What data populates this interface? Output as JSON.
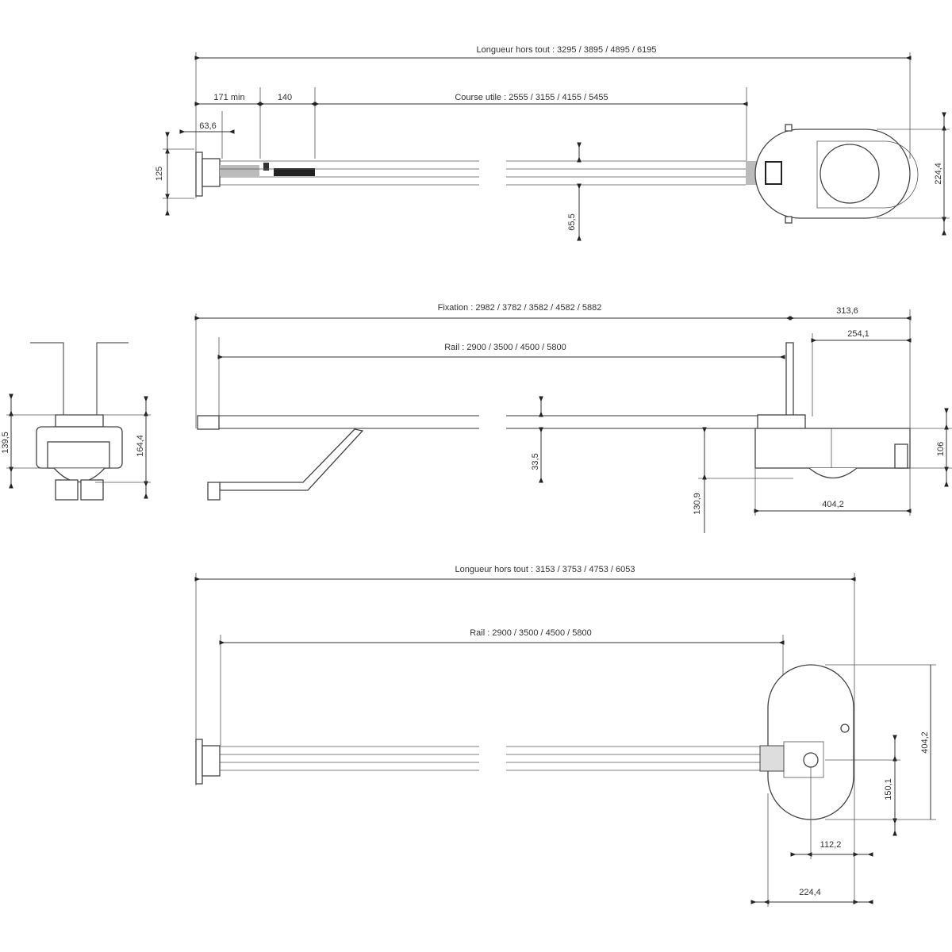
{
  "top_view": {
    "overall_length": "Longueur hors tout : 3295 / 3895 / 4895 / 6195",
    "min_171": "171 min",
    "dim_140": "140",
    "useful_travel": "Course utile : 2555 / 3155 / 4155 / 5455",
    "dim_63_6": "63,6",
    "dim_125": "125",
    "dim_65_5": "65,5",
    "dim_224_4": "224,4"
  },
  "side_view": {
    "fixation": "Fixation : 2982 / 3782 / 3582 / 4582 / 5882",
    "dim_313_6": "313,6",
    "dim_254_1": "254,1",
    "rail": "Rail : 2900 / 3500 / 4500 / 5800",
    "dim_139_5": "139,5",
    "dim_164_4": "164,4",
    "dim_33_5": "33,5",
    "dim_130_9": "130,9",
    "dim_106": "106",
    "dim_404_2": "404,2"
  },
  "plan_view": {
    "overall_length": "Longueur hors tout : 3153 / 3753 / 4753 / 6053",
    "rail": "Rail : 2900 / 3500 / 4500 / 5800",
    "dim_404_2": "404,2",
    "dim_150_1": "150,1",
    "dim_112_2": "112,2",
    "dim_224_4": "224,4"
  }
}
